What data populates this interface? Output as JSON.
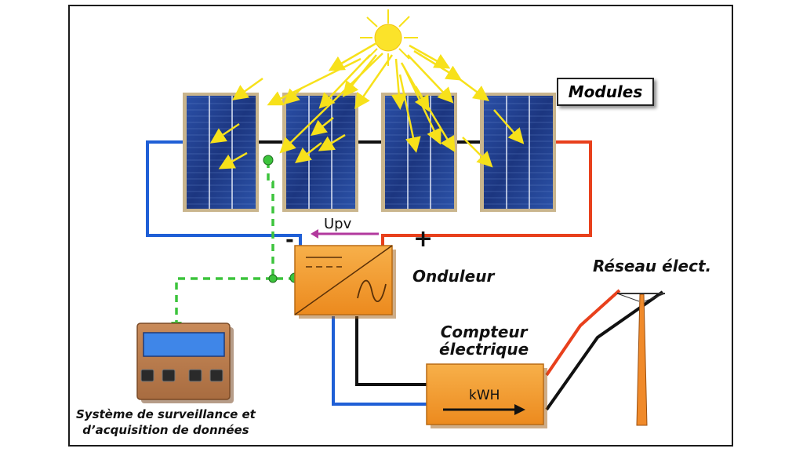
{
  "labels": {
    "modules": "Modules",
    "upv": "Upv",
    "minus": "-",
    "plus": "+",
    "onduleur": "Onduleur",
    "reseau": "Réseau élect.",
    "compteur_line1": "Compteur",
    "compteur_line2": "électrique",
    "kwh": "kWH",
    "systeme_line1": "Système de surveillance et",
    "systeme_line2": "d’acquisition de données"
  },
  "icons": {
    "sun": "sun-icon",
    "solar_panel": "solar-panel-icon",
    "inverter": "inverter-icon",
    "meter": "meter-icon",
    "monitor": "monitoring-device-icon",
    "utility_pole": "utility-pole-icon"
  },
  "colors": {
    "negative_wire": "#1f5fd6",
    "positive_wire": "#e8401c",
    "neutral_wire": "#111111",
    "signal_wire": "#3cc43c",
    "upv_arrow": "#b2399d",
    "sun_ray": "#f7e11a",
    "inverter_fill": "#f39a2e",
    "panel_fill": "#1f3d8a",
    "monitor_body": "#b97b4e",
    "monitor_screen": "#3f86e8"
  }
}
